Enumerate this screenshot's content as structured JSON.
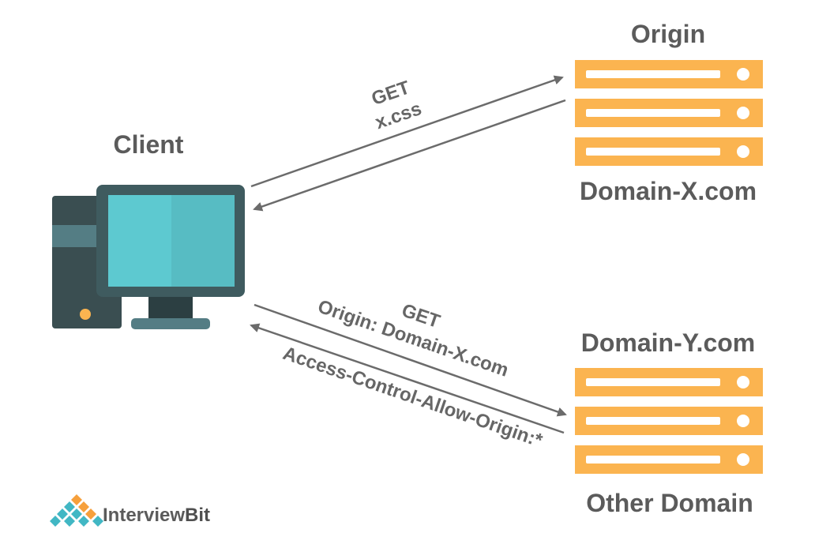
{
  "nodes": {
    "client": {
      "label": "Client"
    },
    "origin_server": {
      "title": "Origin",
      "domain": "Domain-X.com"
    },
    "other_server": {
      "title": "Domain-Y.com",
      "domain": "Other Domain"
    }
  },
  "arrows": {
    "request_to_origin": {
      "line1": "GET",
      "line2": "x.css"
    },
    "cors_request": {
      "line1": "GET",
      "line2": "Origin: Domain-X.com"
    },
    "cors_response": {
      "line1": "Access-Control-Allow-Origin:*"
    }
  },
  "brand": {
    "name_part1": "Interview",
    "name_part2": "Bit"
  },
  "colors": {
    "server_orange": "#fbb450",
    "monitor_frame": "#3f5b5f",
    "monitor_screen": "#5dc9d0",
    "tower_dark": "#3a4e51",
    "arrow_gray": "#6b6b6b",
    "text_gray": "#5e5e5e"
  },
  "icons": [
    "desktop-computer-icon",
    "server-rack-icon",
    "interviewbit-logo-icon"
  ]
}
